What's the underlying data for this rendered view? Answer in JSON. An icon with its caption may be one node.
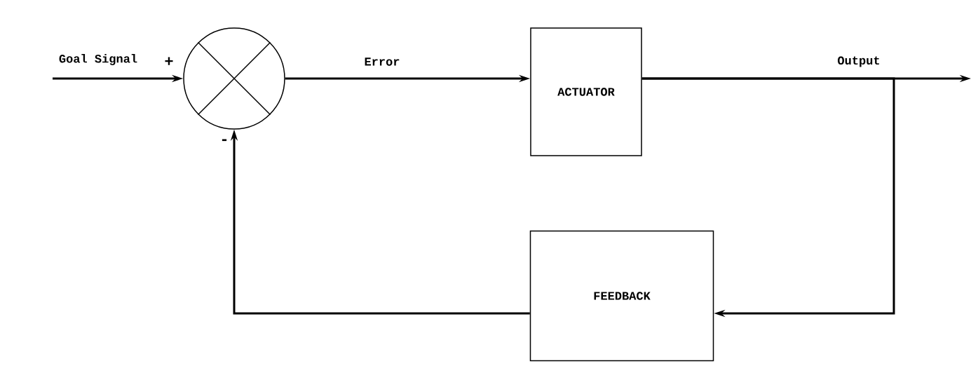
{
  "diagram": {
    "nodes": [
      {
        "text": [],
        "shape": "circle"
      },
      {
        "text": [
          "ACTUATOR"
        ]
      },
      {
        "text": [
          "FEEDBACK"
        ]
      }
    ],
    "edges": [
      {
        "from": null,
        "to": 0,
        "arrow": "to",
        "label": "Goal Signal"
      },
      {
        "from": 0,
        "to": 1,
        "arrow": "to",
        "label": "Error"
      },
      {
        "from": 1,
        "to": null,
        "arrow": "to",
        "label": "Output"
      },
      {
        "from": 1,
        "to": 2,
        "arrow": "to"
      },
      {
        "from": 2,
        "to": 0,
        "arrow": "to"
      }
    ],
    "labels": [
      "+",
      "-"
    ]
  }
}
